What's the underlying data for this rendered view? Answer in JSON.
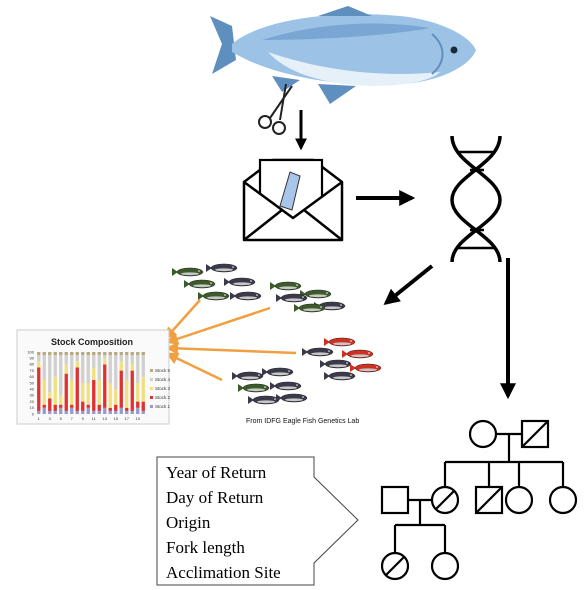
{
  "credit": "From IDFG Eagle Fish Genetics Lab",
  "attributes": [
    "Year of Return",
    "Day of Return",
    "Origin",
    "Fork length",
    "Acclimation Site"
  ],
  "colors": {
    "salmon_body": "#9cc3e6",
    "salmon_dark": "#5f8fbf",
    "salmon_belly": "#e6f0f9",
    "arrow_orange": "#f0a040",
    "fish_green": "#3d5a2a",
    "fish_dark": "#3a3a4a",
    "fish_red": "#d03020"
  },
  "chart_data": {
    "type": "bar",
    "stacked": true,
    "title": "Stock Composition",
    "x_ticks": [
      "1",
      "3",
      "5",
      "7",
      "9",
      "11",
      "13",
      "15",
      "17",
      "19"
    ],
    "y_ticks": [
      "100",
      "90",
      "80",
      "70",
      "60",
      "50",
      "40",
      "30",
      "20",
      "10",
      "0"
    ],
    "ylim": [
      0,
      100
    ],
    "categories": [
      "1",
      "2",
      "3",
      "4",
      "5",
      "6",
      "7",
      "8",
      "9",
      "10",
      "11",
      "12",
      "13",
      "14",
      "15",
      "16",
      "17",
      "18",
      "19",
      "20"
    ],
    "series": [
      {
        "name": "Stock 1",
        "color": "#9999cc",
        "values": [
          5,
          10,
          5,
          5,
          10,
          5,
          10,
          5,
          5,
          10,
          5,
          5,
          10,
          5,
          5,
          10,
          5,
          5,
          10,
          5
        ]
      },
      {
        "name": "Stock 2",
        "color": "#e03030",
        "values": [
          70,
          5,
          20,
          10,
          5,
          60,
          5,
          70,
          15,
          5,
          50,
          10,
          70,
          5,
          10,
          60,
          5,
          65,
          10,
          15
        ]
      },
      {
        "name": "Stock 3",
        "color": "#f0e080",
        "values": [
          10,
          40,
          10,
          45,
          15,
          15,
          40,
          10,
          30,
          35,
          20,
          40,
          10,
          40,
          25,
          15,
          45,
          10,
          30,
          40
        ]
      },
      {
        "name": "Stock 4",
        "color": "#d0d0d0",
        "values": [
          10,
          40,
          60,
          35,
          65,
          15,
          40,
          10,
          45,
          45,
          20,
          40,
          5,
          45,
          55,
          10,
          40,
          15,
          45,
          35
        ]
      },
      {
        "name": "Stock 5",
        "color": "#b8a880",
        "values": [
          5,
          5,
          5,
          5,
          5,
          5,
          5,
          5,
          5,
          5,
          5,
          5,
          5,
          5,
          5,
          5,
          5,
          5,
          5,
          5
        ]
      }
    ],
    "legend": [
      "Stock 5",
      "Stock 4",
      "Stock 3",
      "Stock 2",
      "Stock 1"
    ],
    "legend_position": "right"
  }
}
